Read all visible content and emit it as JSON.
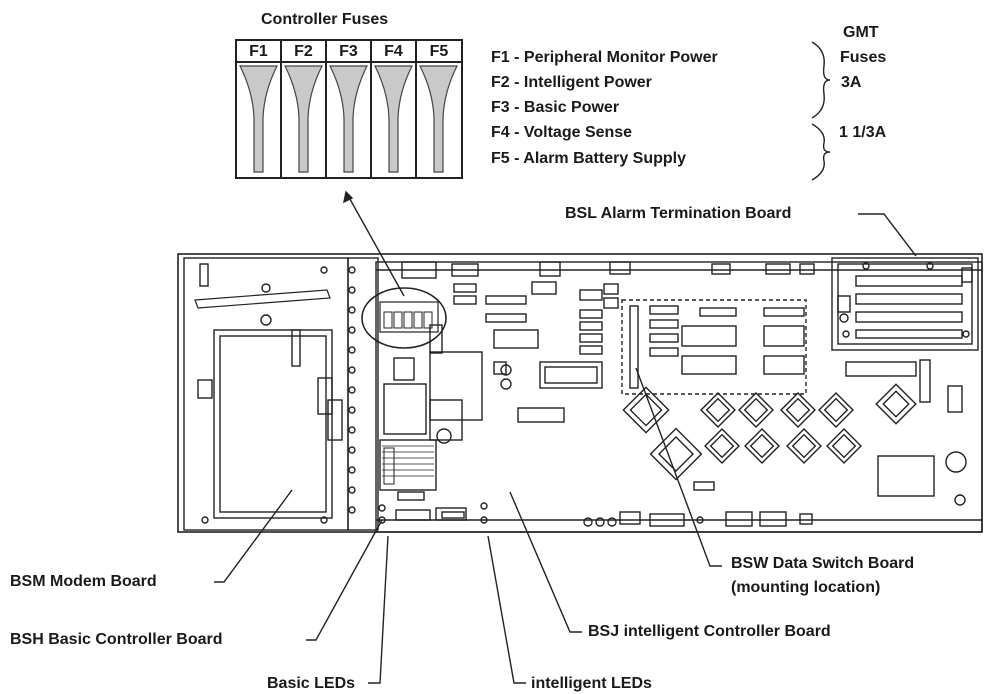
{
  "fuse_panel": {
    "title": "Controller Fuses",
    "fuses": [
      "F1",
      "F2",
      "F3",
      "F4",
      "F5"
    ]
  },
  "fuse_legend": [
    "F1 - Peripheral Monitor Power",
    "F2 - Intelligent Power",
    "F3 - Basic Power",
    "F4 - Voltage Sense",
    "F5 - Alarm Battery Supply"
  ],
  "gmt": {
    "line1": "GMT",
    "line2": "Fuses",
    "rating1": "3A",
    "rating2": "1 1/3A"
  },
  "callouts": {
    "bsl": "BSL Alarm Termination Board",
    "bsm": "BSM Modem Board",
    "bsh": "BSH Basic Controller Board",
    "basic_leds": "Basic LEDs",
    "intelligent_leds": "intelligent LEDs",
    "bsj": "BSJ intelligent Controller Board",
    "bsw_line1": "BSW Data Switch Board",
    "bsw_line2": "(mounting location)"
  }
}
